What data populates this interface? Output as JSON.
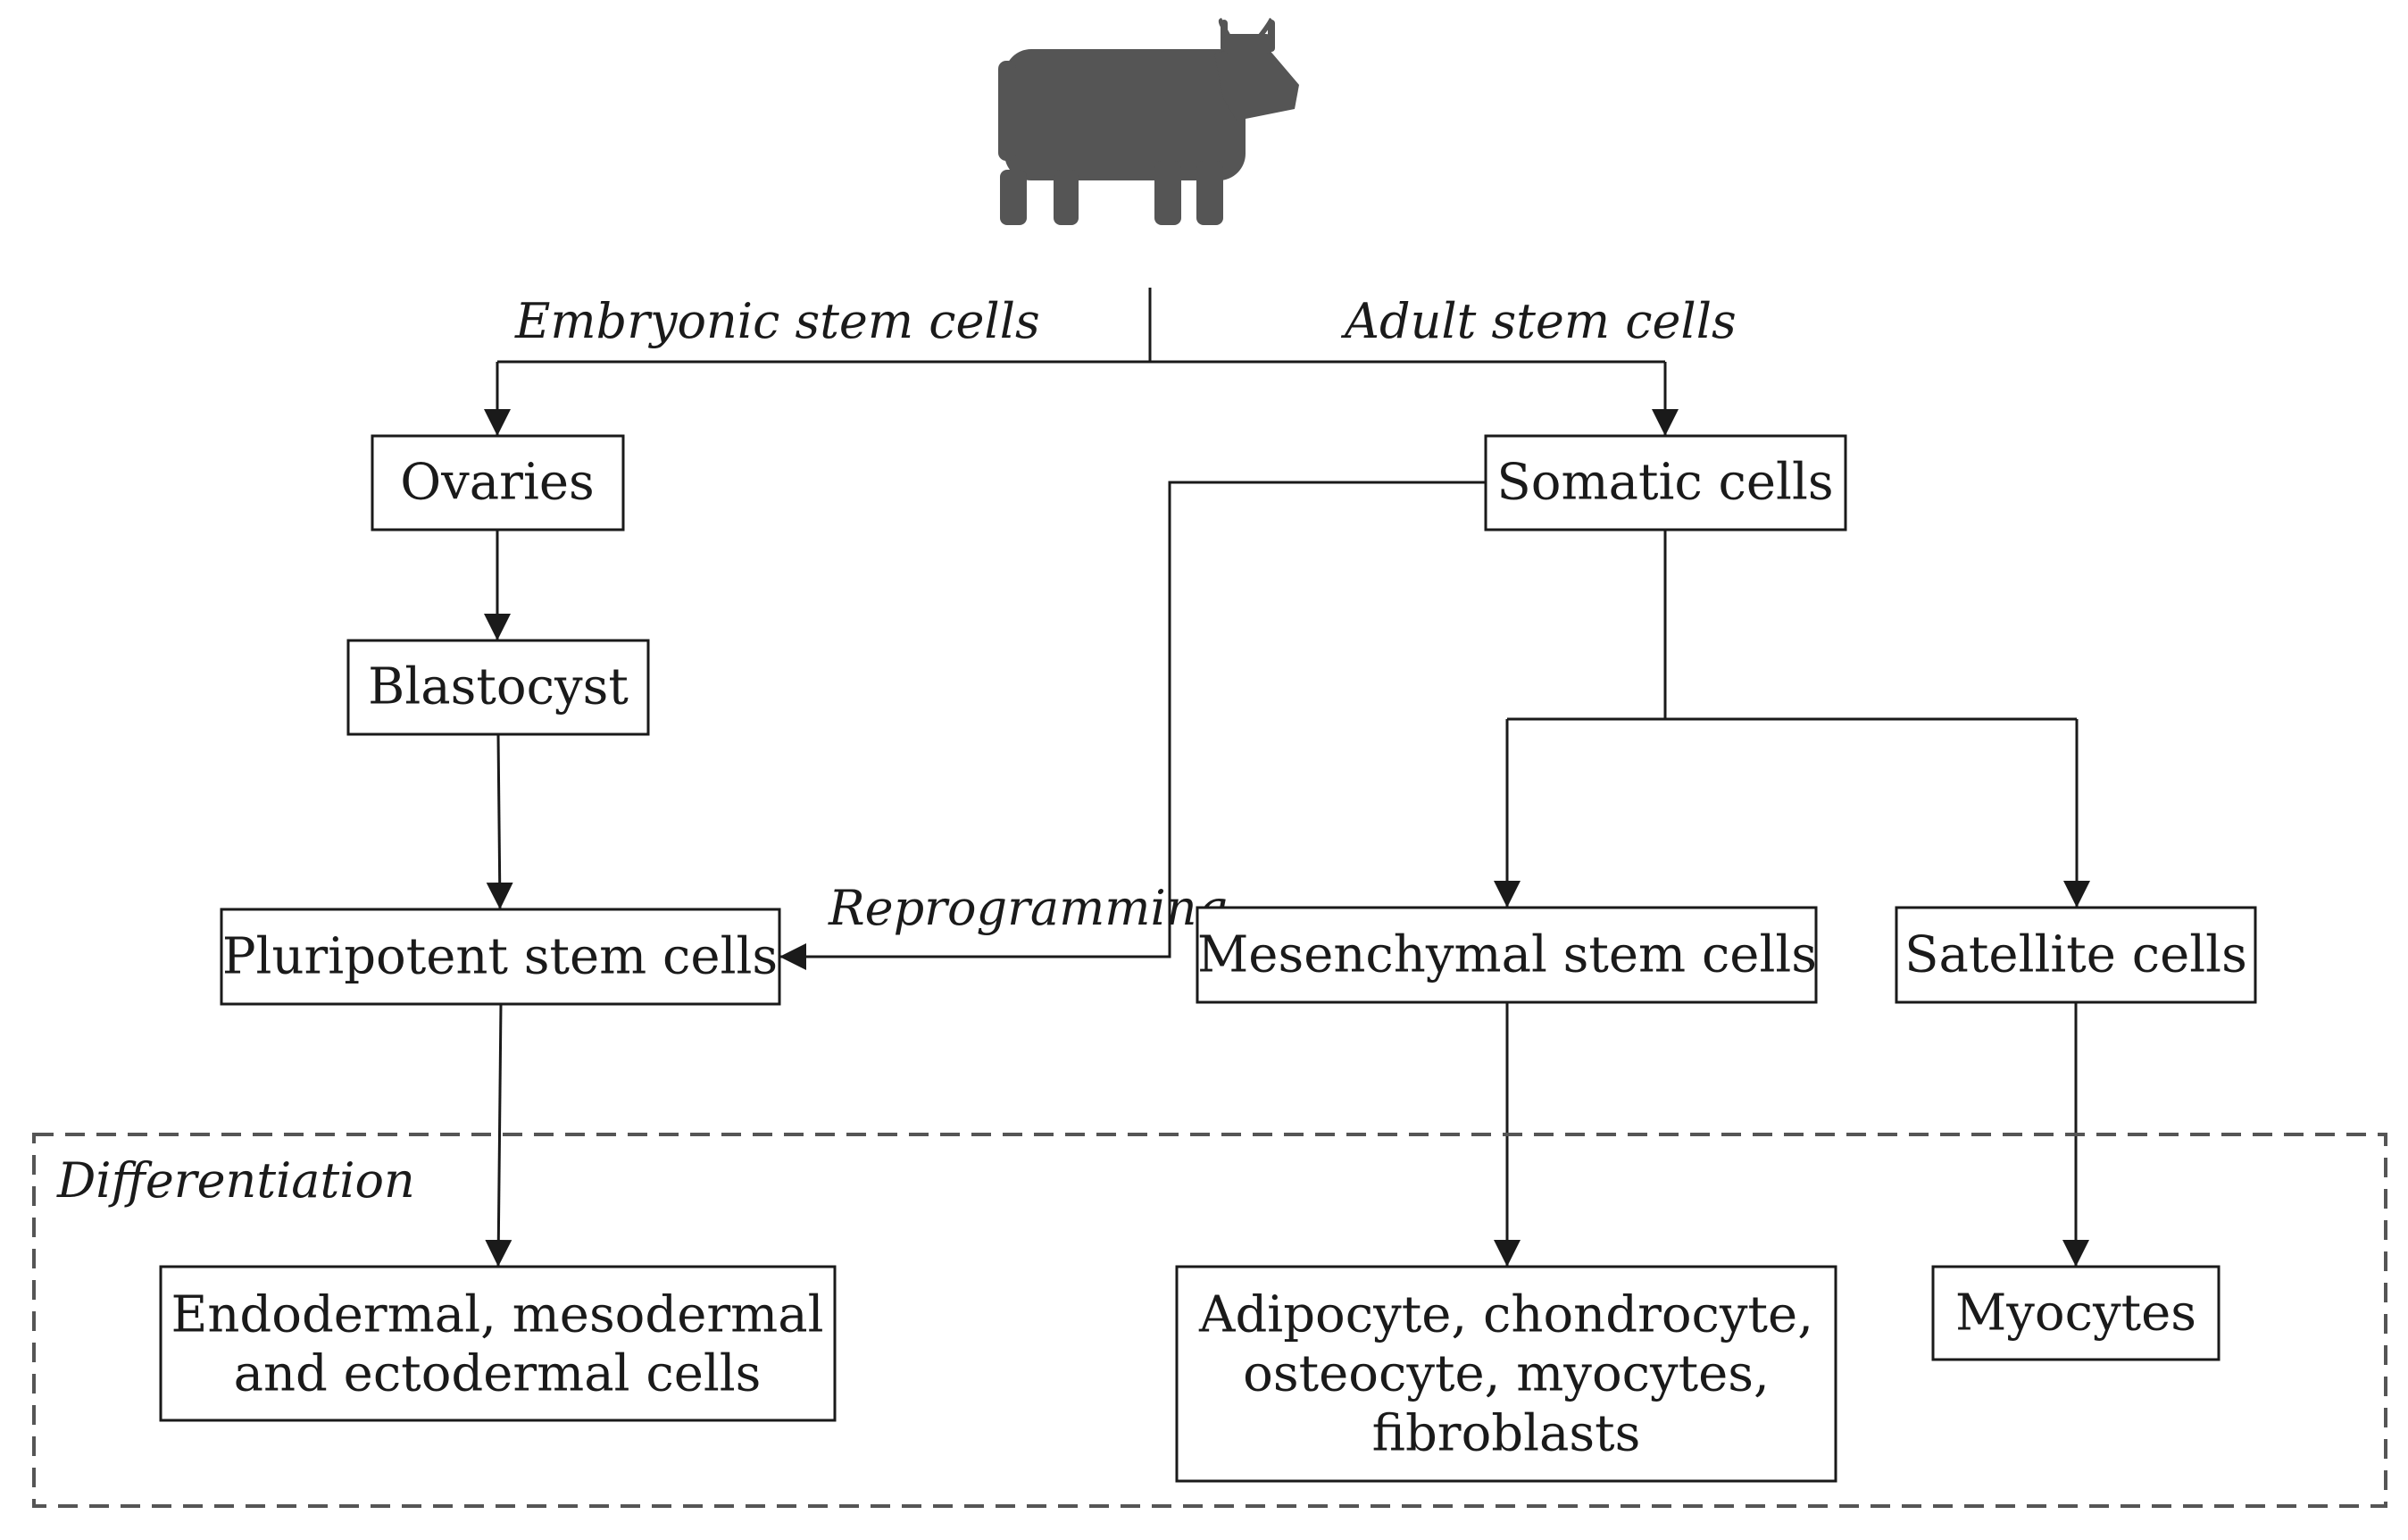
{
  "icon": {
    "name": "cow-icon",
    "color": "#555555"
  },
  "labels": {
    "embryonic": "Embryonic stem cells",
    "adult": "Adult stem cells",
    "reprogramming": "Reprogramming",
    "differentiation": "Differentiation"
  },
  "boxes": {
    "ovaries": "Ovaries",
    "blastocyst": "Blastocyst",
    "pluripotent": "Pluripotent stem cells",
    "somatic": "Somatic cells",
    "mesenchymal": "Mesenchymal stem cells",
    "satellite": "Satellite cells",
    "germ_layers": [
      "Endodermal, mesodermal",
      "and ectodermal cells"
    ],
    "mesenchymal_products": [
      "Adipocyte, chondrocyte,",
      "osteocyte, myocytes,",
      "fibroblasts"
    ],
    "myocytes": "Myocytes"
  }
}
